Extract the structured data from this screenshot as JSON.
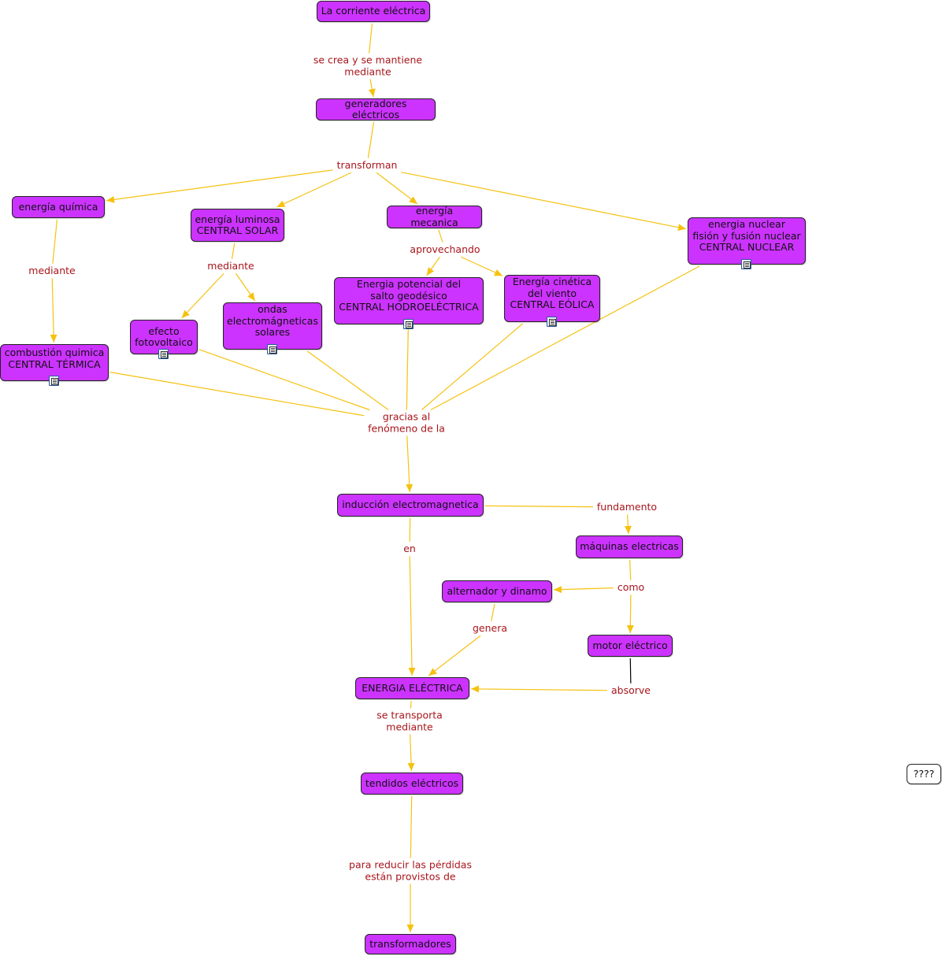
{
  "colors": {
    "node_fill": "#cc33ff",
    "link": "#f5c211",
    "label_text": "#a8151c",
    "black_link": "#000000"
  },
  "nodes": [
    {
      "id": "corriente",
      "text": "La corriente eléctrica"
    },
    {
      "id": "generadores",
      "text": "generadores eléctricos"
    },
    {
      "id": "quimica",
      "text": "energía química"
    },
    {
      "id": "luminosa",
      "text": "energía luminosa\nCENTRAL SOLAR"
    },
    {
      "id": "mecanica",
      "text": "energía mecanica"
    },
    {
      "id": "nuclear",
      "text": "energia nuclear\nfisión y fusión nuclear\nCENTRAL NUCLEAR",
      "icon": "document-icon"
    },
    {
      "id": "potencial",
      "text": "Energia potencial del\nsalto geodésico\nCENTRAL HODROELÉCTRICA",
      "icon": "document-icon"
    },
    {
      "id": "cinetica",
      "text": "Energía cinética\ndel viento\nCENTRAL EÓLICA",
      "icon": "document-icon"
    },
    {
      "id": "efecto",
      "text": "efecto\nfotovoltaico",
      "icon": "document-icon"
    },
    {
      "id": "ondas",
      "text": "ondas\nelectromágneticas\nsolares",
      "icon": "document-icon"
    },
    {
      "id": "combustion",
      "text": "combustión quimica\nCENTRAL TÉRMICA",
      "icon": "document-icon"
    },
    {
      "id": "induccion",
      "text": "inducción electromagnetica"
    },
    {
      "id": "maquinas",
      "text": "máquinas electricas"
    },
    {
      "id": "alternador",
      "text": "alternador y dinamo"
    },
    {
      "id": "motor",
      "text": "motor eléctrico"
    },
    {
      "id": "energia_electrica",
      "text": "ENERGIA ELÉCTRICA"
    },
    {
      "id": "tendidos",
      "text": "tendidos eléctricos"
    },
    {
      "id": "transformadores",
      "text": "transformadores"
    },
    {
      "id": "interrogantes",
      "text": "????"
    }
  ],
  "labels": [
    {
      "id": "lbl_se_crea",
      "text": "se crea y se mantiene\nmediante"
    },
    {
      "id": "lbl_transforman",
      "text": "transforman"
    },
    {
      "id": "lbl_mediante_quimica",
      "text": "mediante"
    },
    {
      "id": "lbl_mediante_luminosa",
      "text": "mediante"
    },
    {
      "id": "lbl_aprovechando",
      "text": "aprovechando"
    },
    {
      "id": "lbl_gracias",
      "text": "gracias al\nfenómeno de la"
    },
    {
      "id": "lbl_fundamento",
      "text": "fundamento"
    },
    {
      "id": "lbl_en",
      "text": "en"
    },
    {
      "id": "lbl_como",
      "text": "como"
    },
    {
      "id": "lbl_genera",
      "text": "genera"
    },
    {
      "id": "lbl_absorve",
      "text": "absorve"
    },
    {
      "id": "lbl_se_transporta",
      "text": "se transporta\nmediante"
    },
    {
      "id": "lbl_para_reducir",
      "text": "para reducir las pérdidas\nestán provistos de"
    }
  ],
  "links": [
    {
      "from": "corriente",
      "to": "lbl_se_crea",
      "arrow": false
    },
    {
      "from": "lbl_se_crea",
      "to": "generadores",
      "arrow": true
    },
    {
      "from": "generadores",
      "to": "lbl_transforman",
      "arrow": false
    },
    {
      "from": "lbl_transforman",
      "to": "quimica",
      "arrow": true
    },
    {
      "from": "lbl_transforman",
      "to": "luminosa",
      "arrow": true
    },
    {
      "from": "lbl_transforman",
      "to": "mecanica",
      "arrow": true
    },
    {
      "from": "lbl_transforman",
      "to": "nuclear",
      "arrow": true
    },
    {
      "from": "quimica",
      "to": "lbl_mediante_quimica",
      "arrow": false
    },
    {
      "from": "lbl_mediante_quimica",
      "to": "combustion",
      "arrow": true
    },
    {
      "from": "luminosa",
      "to": "lbl_mediante_luminosa",
      "arrow": false
    },
    {
      "from": "lbl_mediante_luminosa",
      "to": "efecto",
      "arrow": true
    },
    {
      "from": "lbl_mediante_luminosa",
      "to": "ondas",
      "arrow": true
    },
    {
      "from": "mecanica",
      "to": "lbl_aprovechando",
      "arrow": false
    },
    {
      "from": "lbl_aprovechando",
      "to": "potencial",
      "arrow": true
    },
    {
      "from": "lbl_aprovechando",
      "to": "cinetica",
      "arrow": true
    },
    {
      "from": "combustion",
      "to": "lbl_gracias",
      "arrow": false
    },
    {
      "from": "efecto",
      "to": "lbl_gracias",
      "arrow": false
    },
    {
      "from": "ondas",
      "to": "lbl_gracias",
      "arrow": false
    },
    {
      "from": "potencial",
      "to": "lbl_gracias",
      "arrow": false
    },
    {
      "from": "cinetica",
      "to": "lbl_gracias",
      "arrow": false
    },
    {
      "from": "nuclear",
      "to": "lbl_gracias",
      "arrow": false
    },
    {
      "from": "lbl_gracias",
      "to": "induccion",
      "arrow": true
    },
    {
      "from": "induccion",
      "to": "lbl_fundamento",
      "arrow": false
    },
    {
      "from": "lbl_fundamento",
      "to": "maquinas",
      "arrow": true
    },
    {
      "from": "induccion",
      "to": "lbl_en",
      "arrow": false
    },
    {
      "from": "lbl_en",
      "to": "energia_electrica",
      "arrow": true
    },
    {
      "from": "maquinas",
      "to": "lbl_como",
      "arrow": false
    },
    {
      "from": "lbl_como",
      "to": "alternador",
      "arrow": true
    },
    {
      "from": "lbl_como",
      "to": "motor",
      "arrow": true
    },
    {
      "from": "alternador",
      "to": "lbl_genera",
      "arrow": false
    },
    {
      "from": "lbl_genera",
      "to": "energia_electrica",
      "arrow": true
    },
    {
      "from": "motor",
      "to": "lbl_absorve",
      "arrow": false,
      "color": "black"
    },
    {
      "from": "lbl_absorve",
      "to": "energia_electrica",
      "arrow": true
    },
    {
      "from": "energia_electrica",
      "to": "lbl_se_transporta",
      "arrow": false
    },
    {
      "from": "lbl_se_transporta",
      "to": "tendidos",
      "arrow": true
    },
    {
      "from": "tendidos",
      "to": "lbl_para_reducir",
      "arrow": false
    },
    {
      "from": "lbl_para_reducir",
      "to": "transformadores",
      "arrow": true
    }
  ]
}
